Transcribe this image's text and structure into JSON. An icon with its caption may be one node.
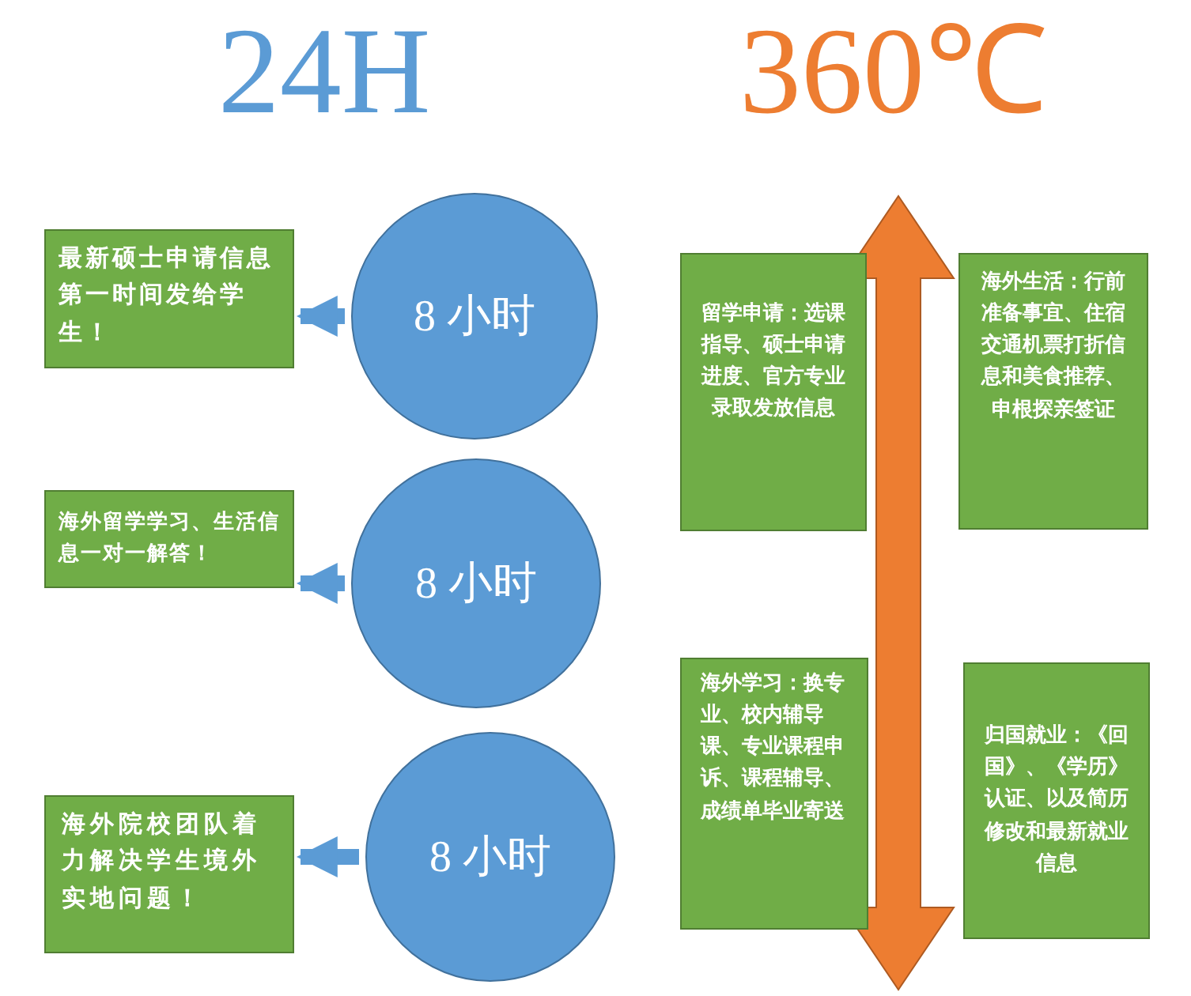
{
  "diagram": {
    "nodes": [
      {
        "text": [
          "8 小时"
        ]
      },
      {
        "text": [
          "最新硕士申请信息第一时间发给学生！"
        ]
      },
      {
        "text": [
          "8 小时"
        ]
      },
      {
        "text": [
          "海外留学学习、生活信息一对一解答！"
        ]
      },
      {
        "text": [
          "8 小时"
        ]
      },
      {
        "text": [
          "海外院校团队着力解决学生境外实地问题！"
        ]
      },
      {
        "text": [
          "留学申请：选课指导、硕士申请进度、官方专业录取发放信息"
        ]
      },
      {
        "text": [
          "海外生活：行前准备事宜、住宿交通机票打折信息和美食推荐、申根探亲签证"
        ]
      },
      {
        "text": [
          "海外学习：换专业、校内辅导课、专业课程申诉、课程辅导、成绩单毕业寄送"
        ]
      },
      {
        "text": [
          "归国就业：《回国》、《学历》认证、以及简历修改和最新就业信息"
        ]
      }
    ],
    "edges": [
      {
        "from": 0,
        "to": 1,
        "arrow": "to"
      },
      {
        "from": 2,
        "to": 3,
        "arrow": "to"
      },
      {
        "from": 4,
        "to": 5,
        "arrow": "to"
      }
    ],
    "labels": [
      "24H",
      "360℃"
    ]
  }
}
